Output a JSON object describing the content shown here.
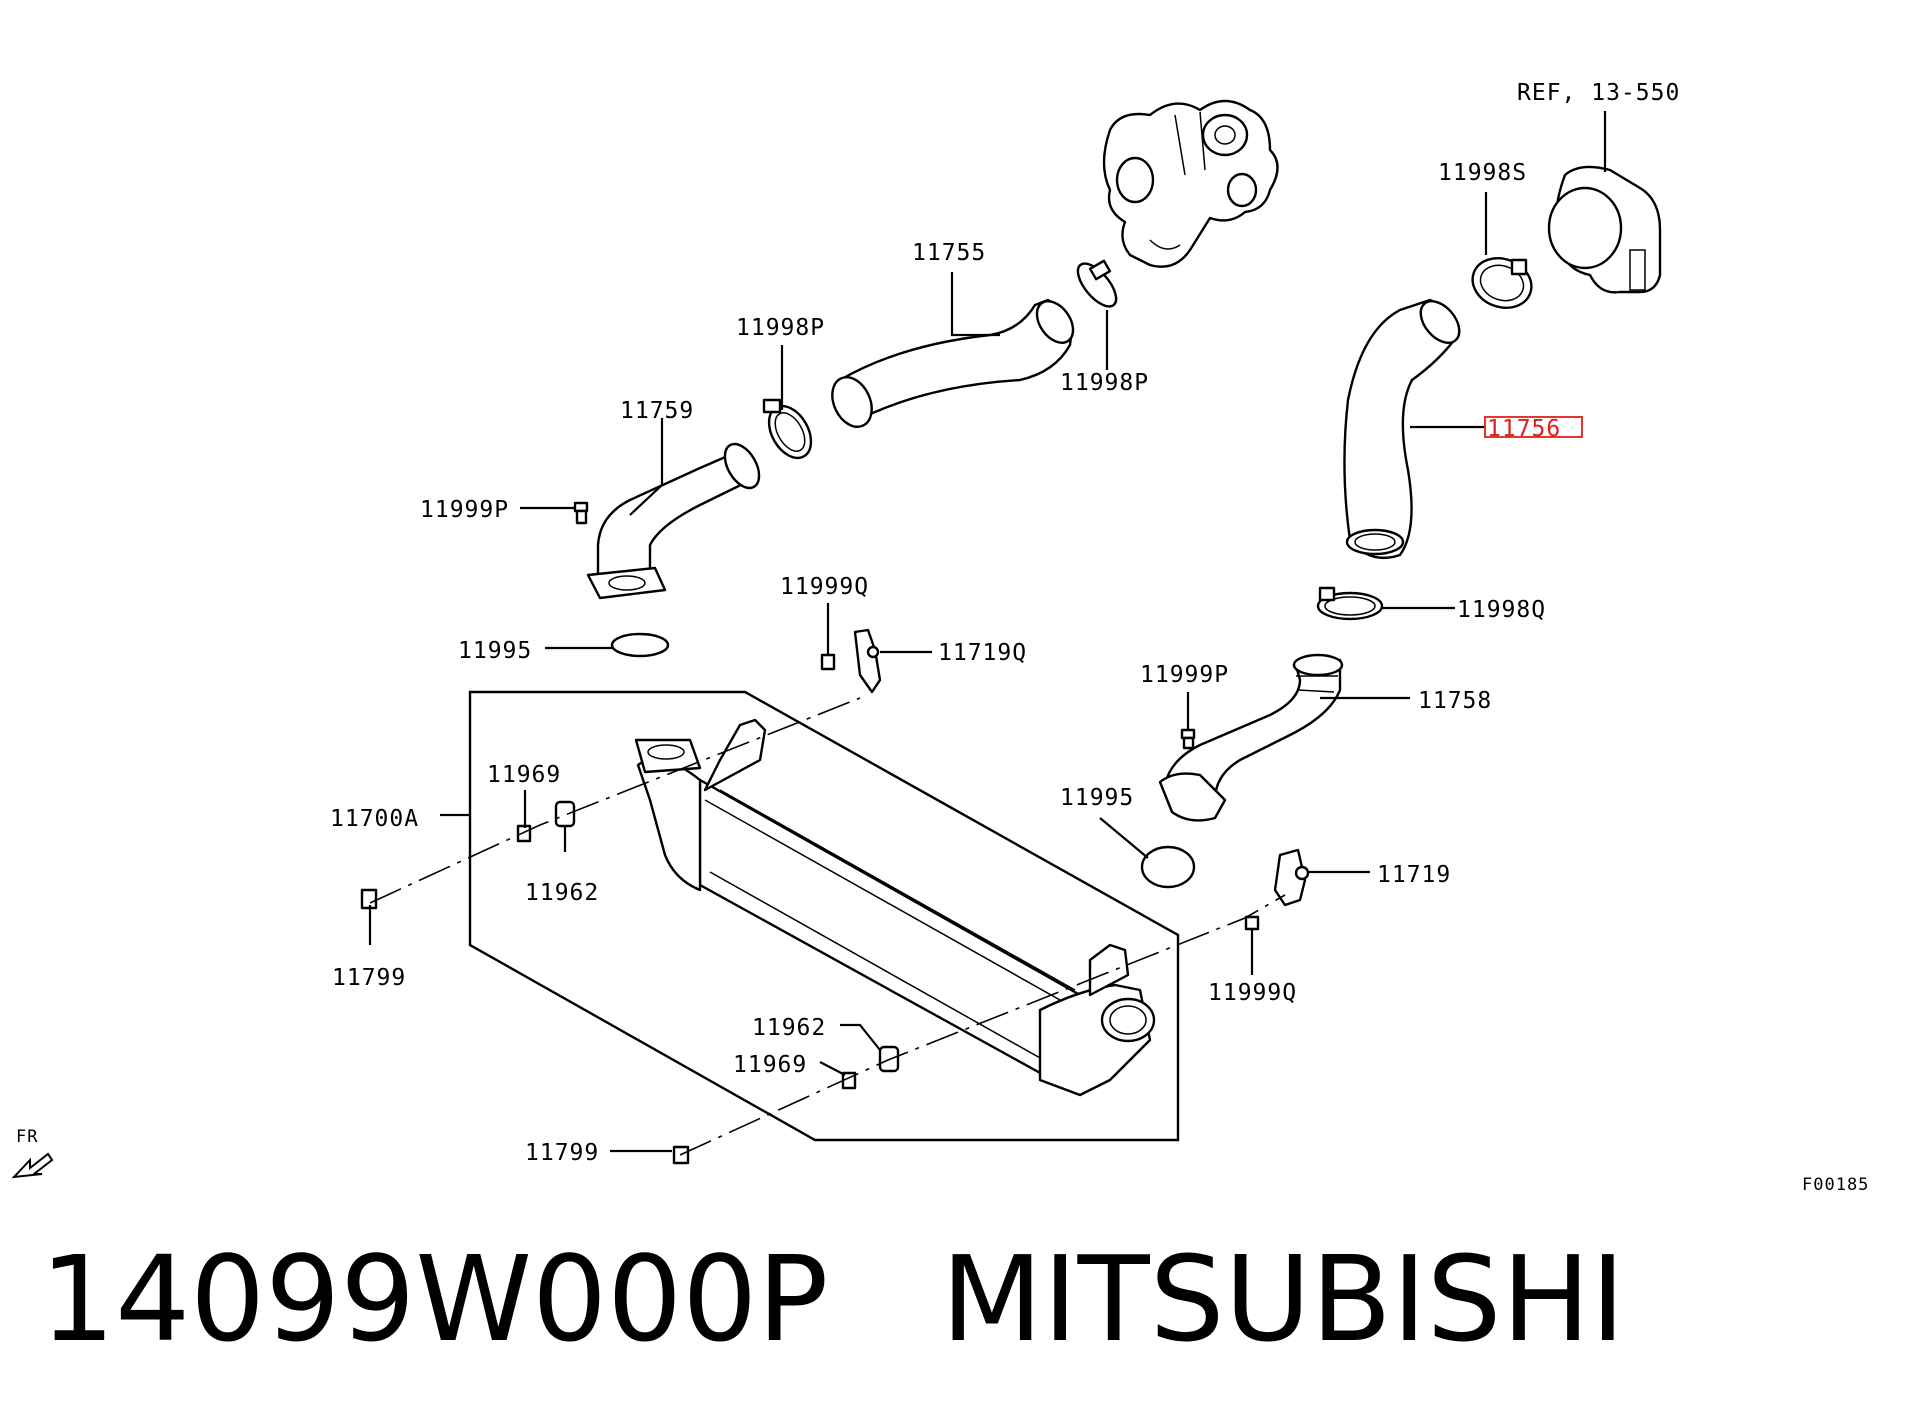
{
  "caption": {
    "part_number": "14099W000P",
    "brand": "MITSUBISHI"
  },
  "diagram_code": "F00185",
  "direction_marker": "FR",
  "highlight_color": "#e0201c",
  "callouts": {
    "ref": "REF, 13-550",
    "c11998S": "11998S",
    "c11755": "11755",
    "c11998P_a": "11998P",
    "c11998P_b": "11998P",
    "c11759": "11759",
    "c11756": "11756",
    "c11999P_a": "11999P",
    "c11999Q_a": "11999Q",
    "c11719Q": "11719Q",
    "c11998Q": "11998Q",
    "c11995_a": "11995",
    "c11999P_b": "11999P",
    "c11758": "11758",
    "c11969_a": "11969",
    "c11700A": "11700A",
    "c11995_b": "11995",
    "c11962_a": "11962",
    "c11719": "11719",
    "c11799_a": "11799",
    "c11999Q_b": "11999Q",
    "c11962_b": "11962",
    "c11969_b": "11969",
    "c11799_b": "11799"
  }
}
